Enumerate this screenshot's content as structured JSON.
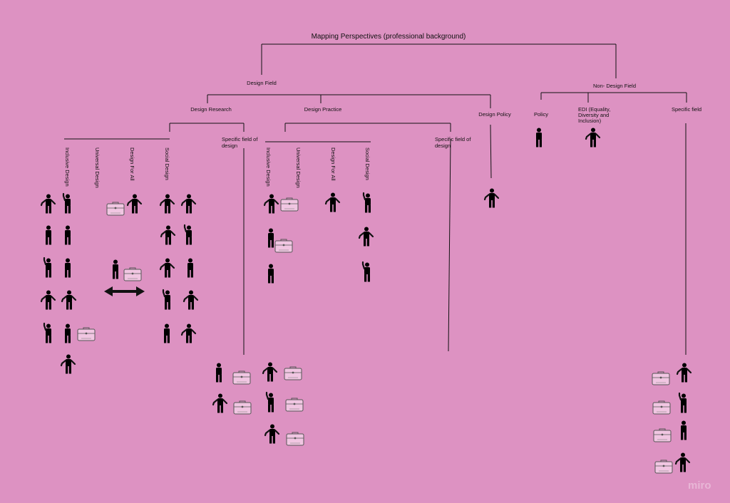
{
  "title": "Mapping Perspectives (professional background)",
  "branches": {
    "design_field": "Design Field",
    "non_design_field": "Non- Design Field"
  },
  "design_field": {
    "design_research": "Design Research",
    "design_practice": "Design Practice",
    "design_policy": "Design Policy"
  },
  "non_design_field": {
    "policy": "Policy",
    "edi": [
      "EDI (Equality,",
      "Diversity and",
      "Inclusion)"
    ],
    "specific_field": "Specific field"
  },
  "design_research": {
    "categories": [
      "Inclusive Design",
      "Universal Design",
      "Design For All",
      "Social Design"
    ],
    "specific": [
      "Specific field of",
      "design"
    ]
  },
  "design_practice": {
    "categories": [
      "Inclusive Design",
      "Universal Design",
      "Design For All",
      "Social Design"
    ],
    "specific": [
      "Specific field of",
      "design"
    ]
  },
  "watermark": "miro",
  "colors": {
    "background": "#dd92c2",
    "ink": "#111111",
    "briefcase": "#f1c6e2"
  },
  "icons": [
    "person-icon",
    "briefcase-icon",
    "double-arrow-icon"
  ]
}
